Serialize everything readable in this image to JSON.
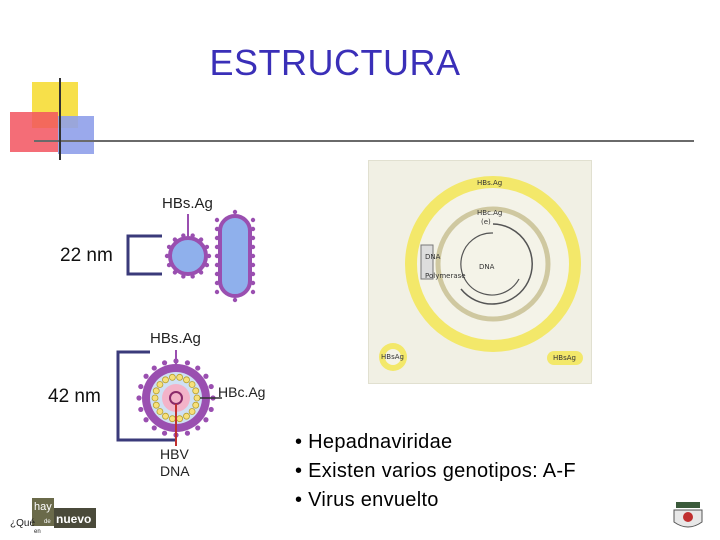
{
  "title": "ESTRUCTURA",
  "labels": {
    "hbsag_top": "HBs.Ag",
    "size_22": "22 nm",
    "hbsag_mid": "HBs.Ag",
    "size_42": "42 nm",
    "hbcag": "HBc.Ag",
    "hbv_line1": "HBV",
    "hbv_line2": "DNA"
  },
  "photo_labels": {
    "hbsag_top": "HBs.Ag",
    "hbcag": "HBc.Ag",
    "hbcag_sub": "(e)",
    "dna_left": "DNA",
    "polymerase": "Polymerase",
    "dna_center": "DNA",
    "hbsag_left": "HBsAg",
    "hbsag_right": "HBsAg"
  },
  "bullets": [
    "• Hepadnaviridae",
    "• Existen varios genotipos: A-F",
    "• Virus envuelto"
  ],
  "logo_left": {
    "que": "¿Qué",
    "hay": "hay",
    "de": "de",
    "nuevo": "nuevo",
    "en": "en"
  },
  "colors": {
    "title": "#3a2fb8",
    "envelope": "#9a4fb0",
    "spheres": "#8fb0ec",
    "bracket": "#3a3a7a",
    "yellow_ring": "#f3e86a"
  }
}
